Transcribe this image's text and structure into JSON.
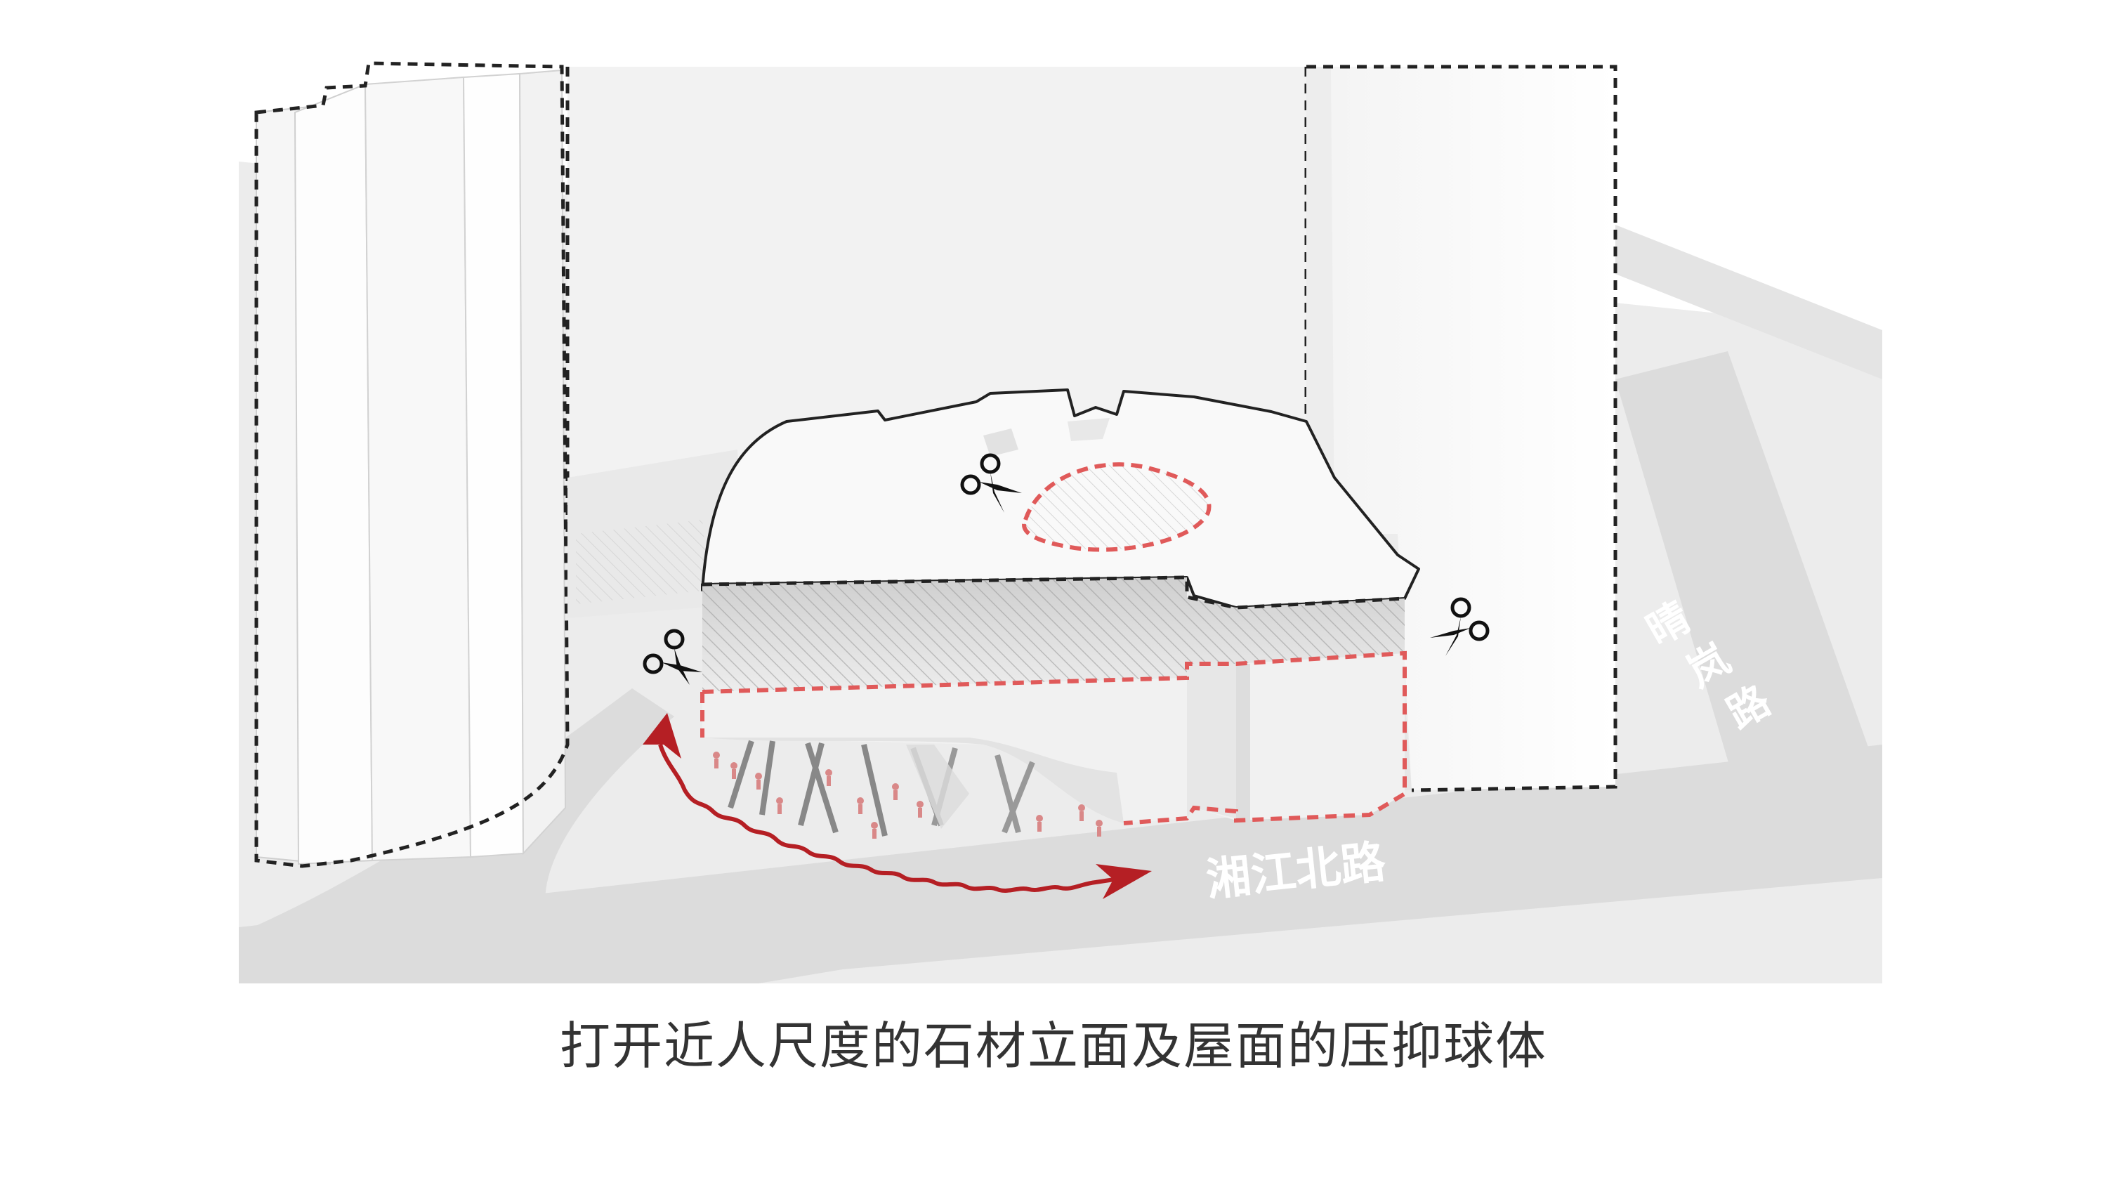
{
  "streets": {
    "main": "湘江北路",
    "side": [
      "晴",
      "岚",
      "路"
    ]
  },
  "caption": "打开近人尺度的石材立面及屋面的压抑球体",
  "icons": [
    "scissors-icon",
    "scissors-icon",
    "scissors-icon",
    "red-arrow"
  ],
  "colors": {
    "accent_red": "#b51f24",
    "dash_red": "#e05a5a",
    "ground": "#ececec",
    "road": "#dcdcdc",
    "building": "#f7f7f7",
    "outline": "#222222"
  }
}
